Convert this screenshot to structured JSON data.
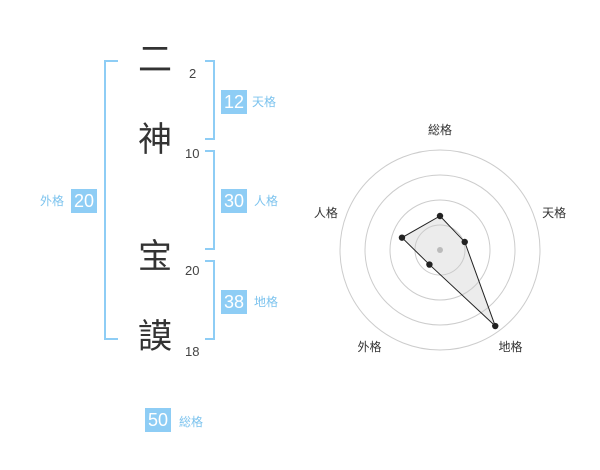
{
  "name_chars": [
    {
      "char": "二",
      "strokes": "2"
    },
    {
      "char": "神",
      "strokes": "10"
    },
    {
      "char": "宝",
      "strokes": "20"
    },
    {
      "char": "謨",
      "strokes": "18"
    }
  ],
  "fortunes": {
    "tenkaku": {
      "value": "12",
      "label": "天格"
    },
    "jinkaku": {
      "value": "30",
      "label": "人格"
    },
    "chikaku": {
      "value": "38",
      "label": "地格"
    },
    "gaikaku": {
      "value": "20",
      "label": "外格"
    },
    "soukaku": {
      "value": "50",
      "label": "総格"
    }
  },
  "colors": {
    "accent": "#8ecdf5",
    "accent_text": "#7cc3ee",
    "text": "#333333"
  },
  "chart_data": {
    "type": "radar",
    "axes": [
      "総格",
      "天格",
      "地格",
      "外格",
      "人格"
    ],
    "values": [
      0.34,
      0.26,
      0.94,
      0.18,
      0.4
    ],
    "rings": 4,
    "range": [
      0,
      1
    ]
  }
}
